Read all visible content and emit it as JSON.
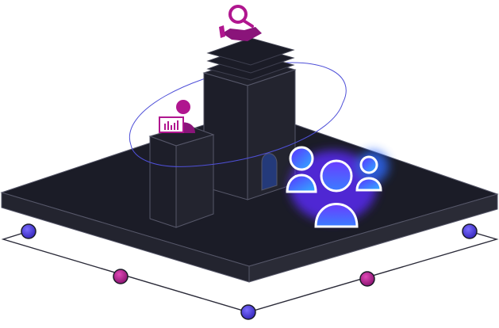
{
  "colors": {
    "background": "#ffffff",
    "platform_top": "#1b1c27",
    "platform_side": "#23242f",
    "platform_front": "#2a2b36",
    "edge_stroke": "#565769",
    "frame_line": "#2a2a38",
    "orbit": "#4f50d8",
    "magenta": "#b0168f",
    "blue_node": "#4a3bd9",
    "people_gradient_start": "#5b2cff",
    "people_gradient_end": "#2fb2ff"
  },
  "icons": {
    "search_hand": "magnifier-hand-icon",
    "analyst": "person-at-monitor-icon",
    "people": "group-of-people-icon",
    "doorway": "arch-doorway-icon"
  },
  "nodes": [
    {
      "name": "node-left",
      "color": "blue"
    },
    {
      "name": "node-front-left",
      "color": "magenta"
    },
    {
      "name": "node-bottom",
      "color": "blue"
    },
    {
      "name": "node-front-right",
      "color": "magenta"
    },
    {
      "name": "node-right",
      "color": "blue"
    }
  ]
}
